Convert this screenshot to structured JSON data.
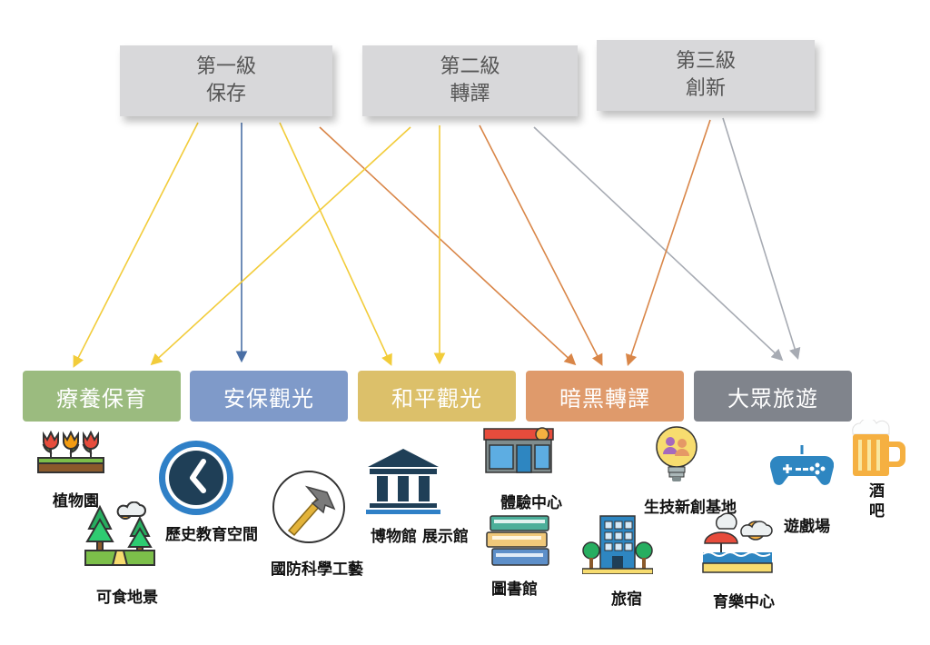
{
  "levels": [
    {
      "line1": "第一級",
      "line2": "保存"
    },
    {
      "line1": "第二級",
      "line2": "轉譯"
    },
    {
      "line1": "第三級",
      "line2": "創新"
    }
  ],
  "categories": [
    {
      "label": "療養保育",
      "color": "#9bbb7f"
    },
    {
      "label": "安保觀光",
      "color": "#7f9ac9"
    },
    {
      "label": "和平觀光",
      "color": "#dcc06a"
    },
    {
      "label": "暗黑轉譯",
      "color": "#df9a6b"
    },
    {
      "label": "大眾旅遊",
      "color": "#80848c"
    }
  ],
  "items": {
    "botanical_garden": "植物園",
    "edible_landscape": "可食地景",
    "history_education": "歷史教育空間",
    "defense_crafts": "國防科學工藝",
    "museum_exhibition": "博物館 展示館",
    "experience_center": "體驗中心",
    "library": "圖書館",
    "hotel": "旅宿",
    "biotech_base": "生技新創基地",
    "recreation_center": "育樂中心",
    "arcade": "遊戲場",
    "bar": "酒吧"
  },
  "arrow_colors": {
    "yellow": "#f2cc3a",
    "blue": "#4a6fa5",
    "orange": "#d98648",
    "gray": "#a7abb3"
  }
}
